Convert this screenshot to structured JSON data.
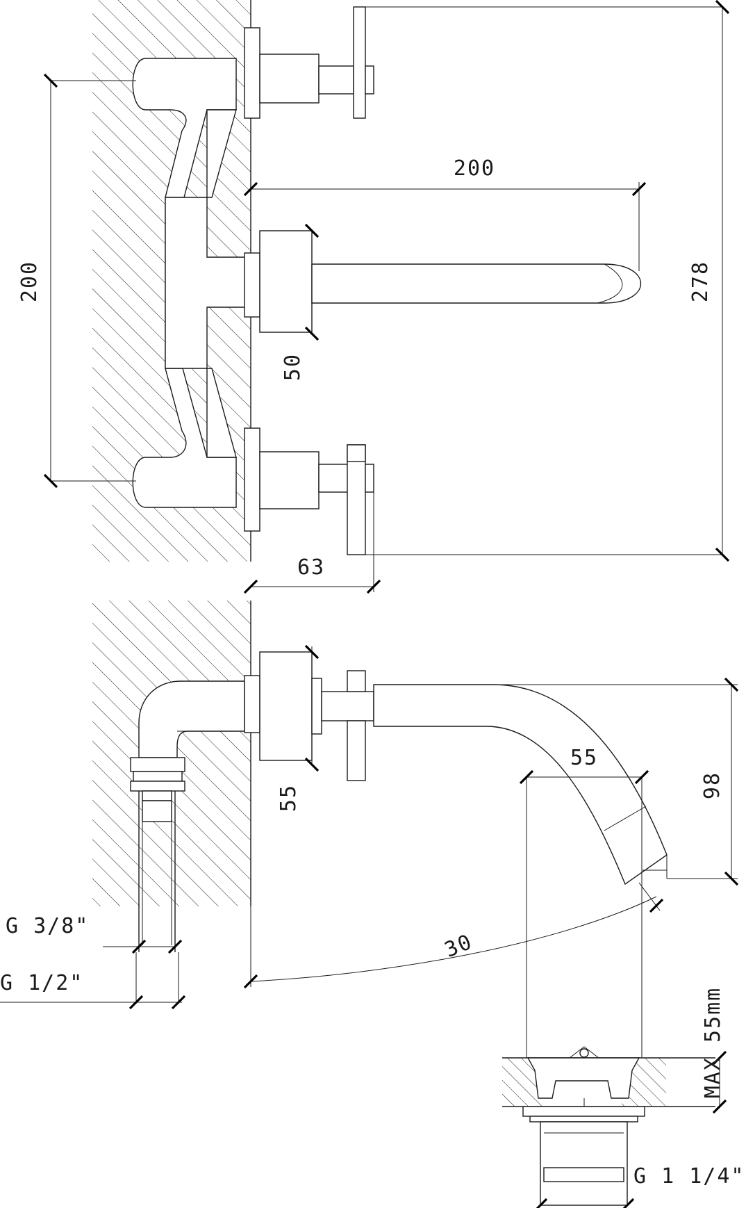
{
  "dimensions": {
    "top_spout_reach": "200",
    "inlet_spacing": "200",
    "overall_height": "278",
    "spout_flange": "50",
    "handle_projection": "63",
    "side_flange": "55",
    "side_spout_drop": "98",
    "spout_angle": "30",
    "waste_width": "55",
    "max_thickness": "MAX 55mm"
  },
  "threads": {
    "inlet_small": "G 3/8\"",
    "inlet_large": "G 1/2\"",
    "waste": "G 1 1/4\""
  }
}
